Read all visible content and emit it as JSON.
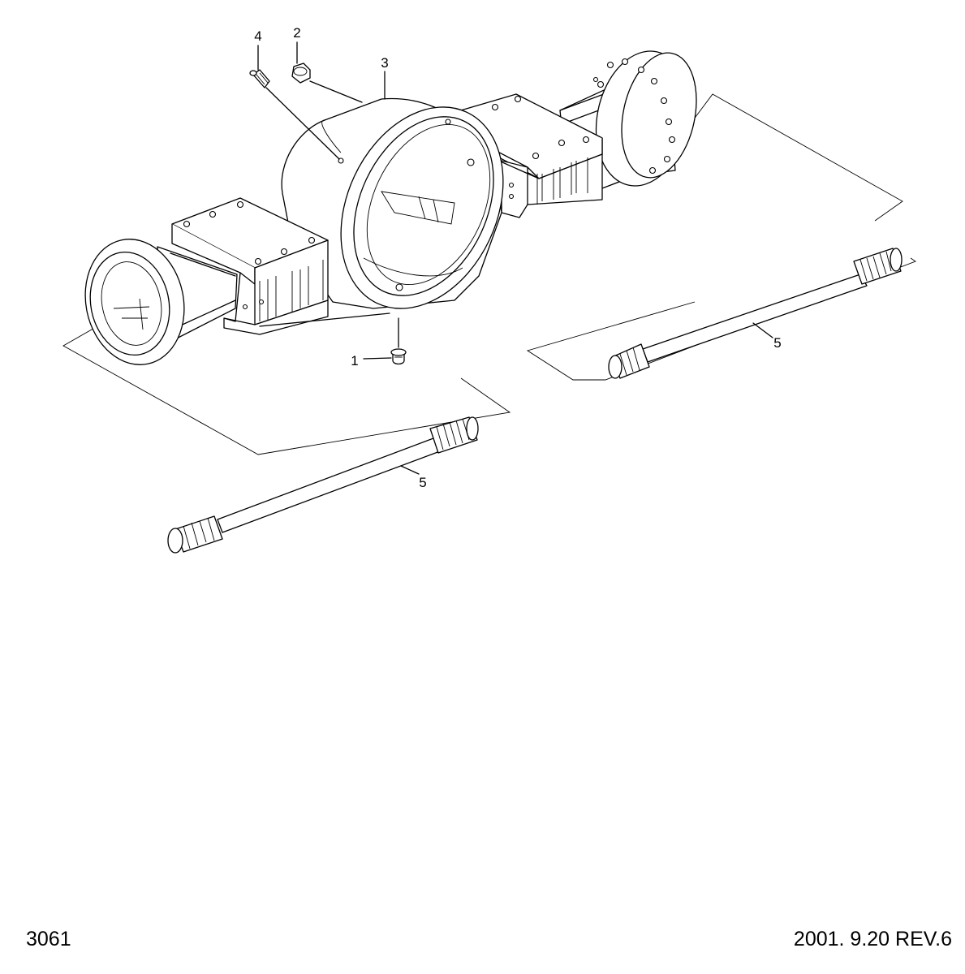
{
  "callouts": [
    {
      "id": "drain-plug",
      "label": "1"
    },
    {
      "id": "plug",
      "label": "2"
    },
    {
      "id": "axle-housing",
      "label": "3"
    },
    {
      "id": "grease-nipple",
      "label": "4"
    },
    {
      "id": "axle-shaft-right",
      "label": "5"
    },
    {
      "id": "axle-shaft-left",
      "label": "5"
    }
  ],
  "footer": {
    "figure_number": "3061",
    "date_revision": "2001. 9.20  REV.6"
  }
}
